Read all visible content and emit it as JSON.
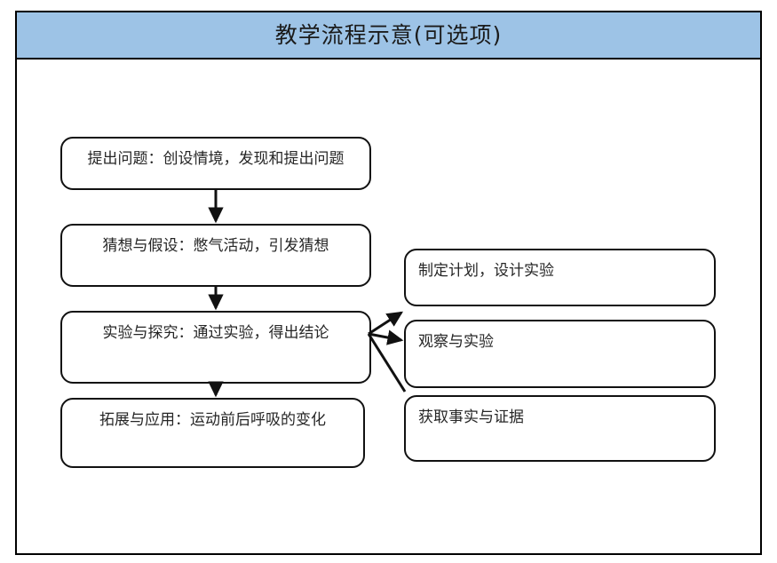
{
  "header": {
    "title": "教学流程示意(可选项)",
    "background_color": "#9dc3e6",
    "border_color": "#000000"
  },
  "diagram": {
    "type": "flowchart",
    "orientation": "vertical-main-with-right-branch",
    "box_border_color": "#111111",
    "box_fill_color": "#ffffff",
    "text_color": "#262626",
    "main_flow": [
      {
        "id": "step-1",
        "label": "提出问题：创设情境，发现和提出问题"
      },
      {
        "id": "step-2",
        "label": "猜想与假设：憋气活动，引发猜想"
      },
      {
        "id": "step-3",
        "label": "实验与探究：通过实验，得出结论"
      },
      {
        "id": "step-4",
        "label": "拓展与应用：运动前后呼吸的变化"
      }
    ],
    "branch_flow": [
      {
        "id": "branch-1",
        "label": "制定计划，设计实验"
      },
      {
        "id": "branch-2",
        "label": "观察与实验"
      },
      {
        "id": "branch-3",
        "label": "获取事实与证据"
      }
    ],
    "connectors": [
      {
        "id": "arrow-step1-step2",
        "from": "step-1",
        "to": "step-2",
        "style": "vertical-arrow"
      },
      {
        "id": "arrow-step2-step3",
        "from": "step-2",
        "to": "step-3",
        "style": "vertical-arrow"
      },
      {
        "id": "arrow-step3-step4",
        "from": "step-3",
        "to": "step-4",
        "style": "vertical-arrow"
      },
      {
        "id": "arrow-step3-branch1",
        "from": "step-3",
        "to": "branch-1",
        "style": "diagonal-arrow-up"
      },
      {
        "id": "arrow-step3-branch2",
        "from": "step-3",
        "to": "branch-2",
        "style": "horizontal-arrow"
      },
      {
        "id": "arrow-step3-branch3",
        "from": "step-3",
        "to": "branch-3",
        "style": "diagonal-line-down"
      }
    ]
  }
}
